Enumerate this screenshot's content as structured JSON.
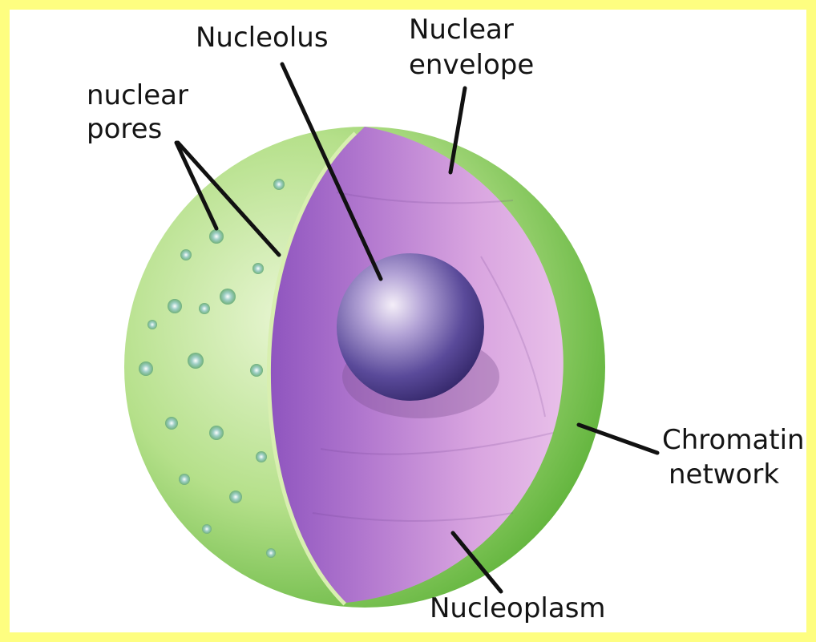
{
  "diagram": {
    "colors": {
      "frame": "#fefe80",
      "background": "#ffffff",
      "outer_membrane": "#9bd66b",
      "cut_face": "#c286d4",
      "nucleolus": "#4f3f8c",
      "leader_line": "#111111"
    },
    "labels": {
      "nucleolus": "Nucleolus",
      "nuclear_envelope_line1": "Nuclear",
      "nuclear_envelope_line2": "envelope",
      "nuclear_pores_line1": "nuclear",
      "nuclear_pores_line2": "pores",
      "chromatin_line1": "Chromatin",
      "chromatin_line2": "network",
      "nucleoplasm": "Nucleoplasm"
    }
  }
}
